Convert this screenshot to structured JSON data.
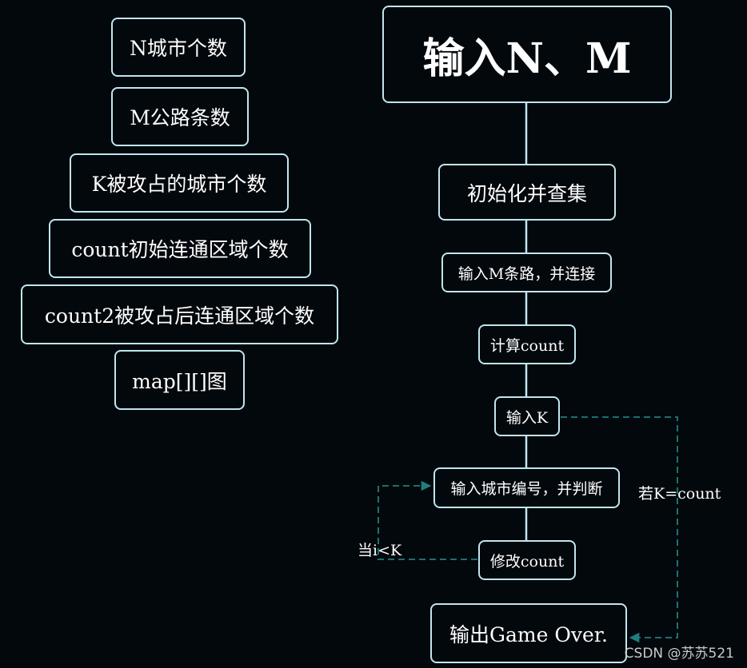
{
  "variables": [
    "N城市个数",
    "M公路条数",
    "K被攻占的城市个数",
    "count初始连通区域个数",
    "count2被攻占后连通区域个数",
    "map[][]图"
  ],
  "flow": {
    "title": "输入N、M",
    "init": "初始化并查集",
    "read_roads": "输入M条路，并连接",
    "compute": "计算count",
    "read_k": "输入K",
    "read_city": "输入城市编号，并判断",
    "modify": "修改count",
    "output": "输出Game Over."
  },
  "edge_labels": {
    "loop": "当i<K",
    "shortcut": "若K=count"
  },
  "watermark": "CSDN @苏苏521",
  "colors": {
    "background": "#03080c",
    "box_border": "#bfe6f2",
    "solid_line": "#bfe6f2",
    "dashed_line": "#1e7f80"
  }
}
